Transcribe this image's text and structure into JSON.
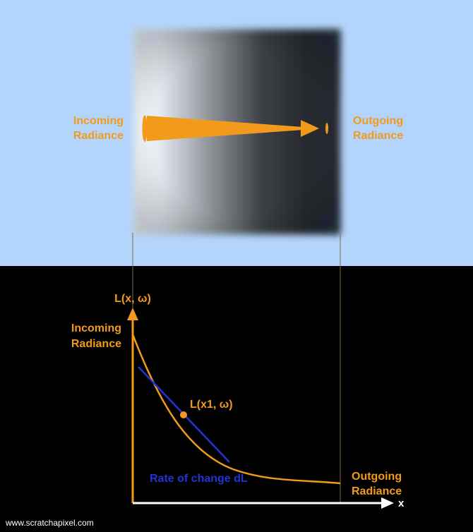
{
  "top_panel": {
    "incoming_label": [
      "Incoming",
      "Radiance"
    ],
    "outgoing_label": [
      "Outgoing",
      "Radiance"
    ]
  },
  "graph": {
    "y_axis_label": "L(x, ω)",
    "x_axis_label": "x",
    "incoming_label": [
      "Incoming",
      "Radiance"
    ],
    "outgoing_label": [
      "Outgoing",
      "Radiance"
    ],
    "point_label": "L(x1, ω)",
    "tangent_label": "Rate of change dL"
  },
  "watermark": "www.scratchapixel.com",
  "colors": {
    "sky": "#b3d5fb",
    "orange": "#f29a1c",
    "tangent_blue": "#2432d6",
    "axis": "#ffffff"
  }
}
